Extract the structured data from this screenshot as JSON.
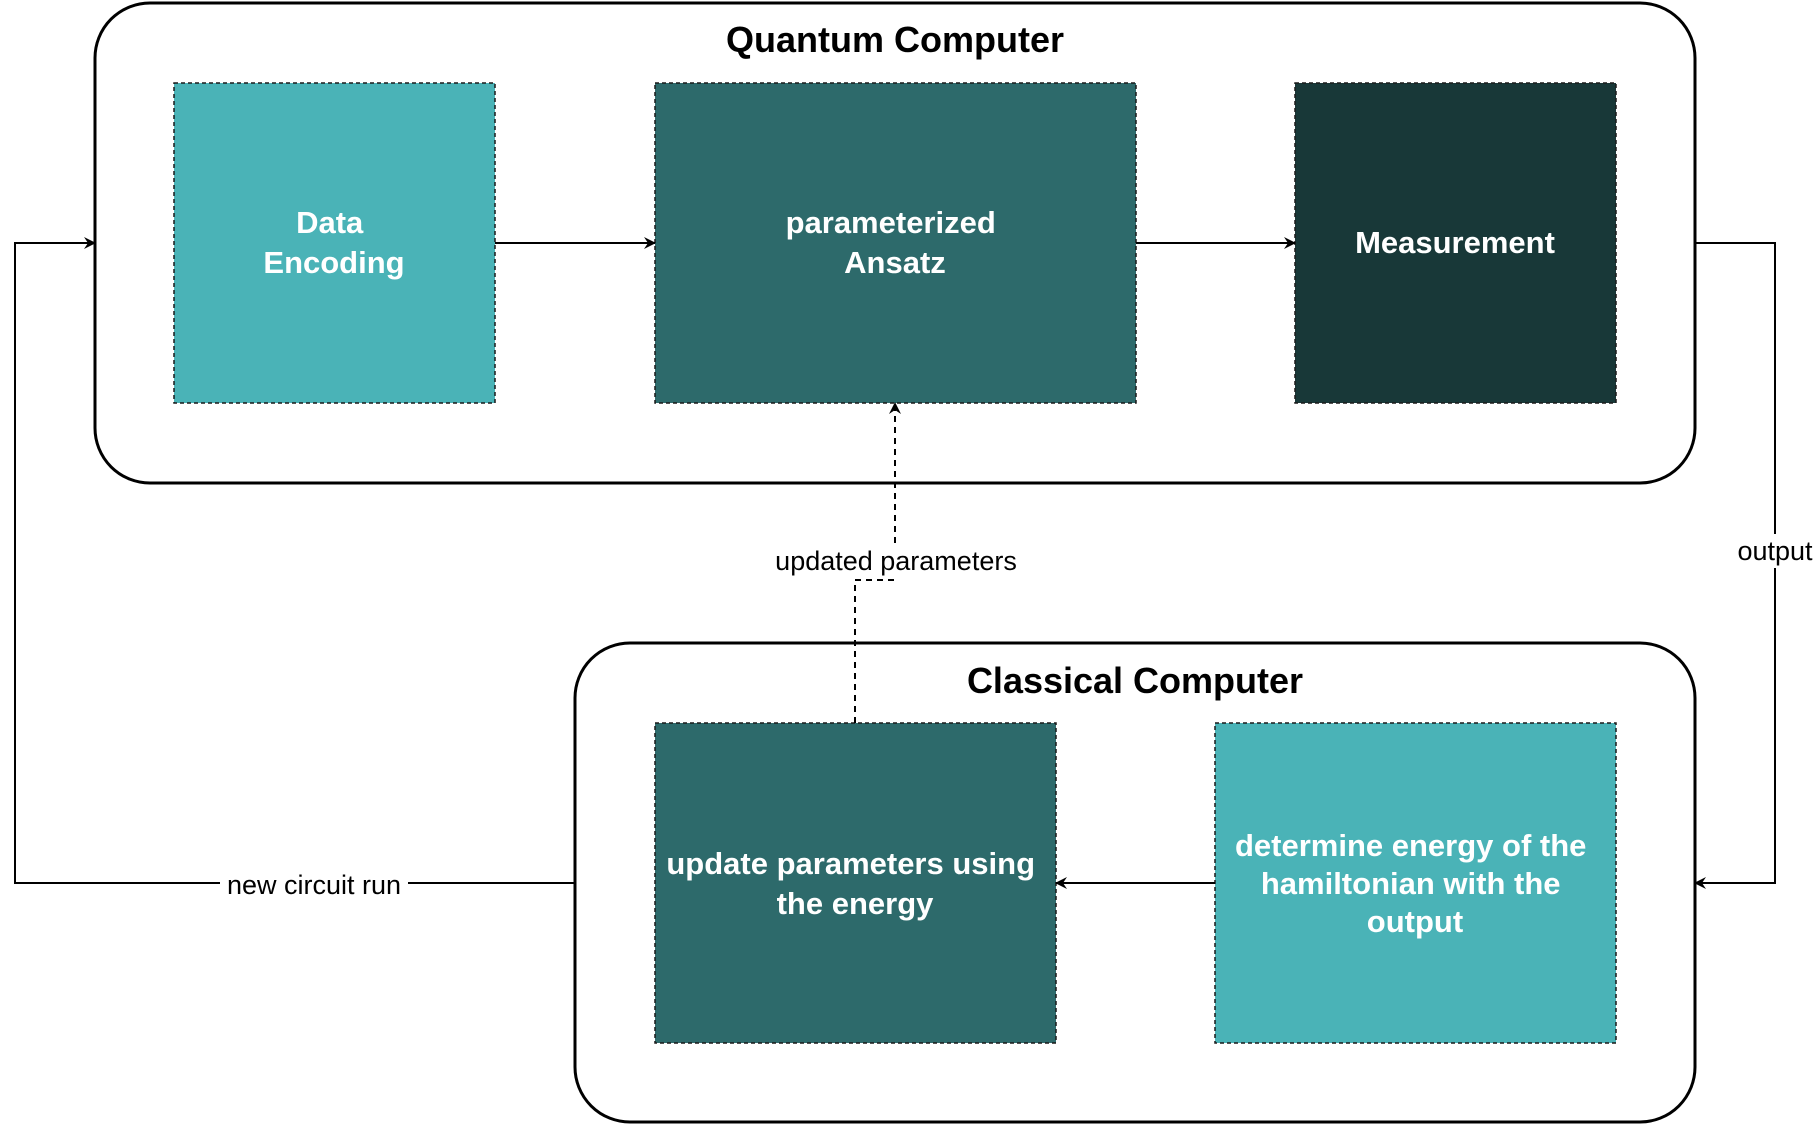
{
  "groups": {
    "quantum": {
      "title": "Quantum Computer"
    },
    "classical": {
      "title": "Classical Computer"
    }
  },
  "nodes": {
    "data_encoding": {
      "lines": [
        "Data",
        "Encoding"
      ],
      "color": "#4AB3B7"
    },
    "ansatz": {
      "lines": [
        "parameterized",
        "Ansatz"
      ],
      "color": "#2D6A6B"
    },
    "measurement": {
      "lines": [
        "Measurement"
      ],
      "color": "#183838"
    },
    "update_params": {
      "lines": [
        "update parameters using",
        "the energy"
      ],
      "color": "#2D6A6B"
    },
    "determine_energy": {
      "lines": [
        "determine energy of the",
        "hamiltonian with the",
        "output"
      ],
      "color": "#4AB3B7"
    }
  },
  "edges": {
    "output": {
      "label": "output"
    },
    "updated_parameters": {
      "label": "updated parameters"
    },
    "new_circuit_run": {
      "label": "new circuit run"
    }
  }
}
